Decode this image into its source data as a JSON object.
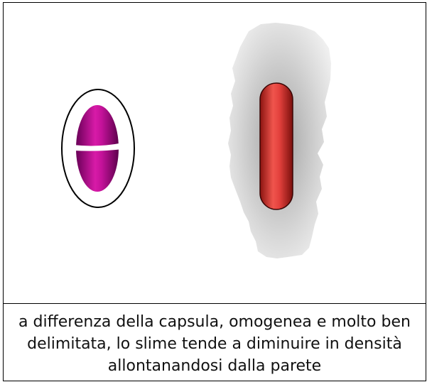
{
  "caption": "a differenza della capsula, omogenea e molto ben delimitata, lo slime tende a diminuire in densità allontanandosi dalla parete",
  "colors": {
    "capsule_bacterium": "#b0108f",
    "slime_bacterium": "#e2403c",
    "slime_halo": "#c8c8c8",
    "border": "#000000"
  },
  "illustrations": [
    {
      "name": "capsulated-bacterium",
      "description_visible": false
    },
    {
      "name": "slime-bacterium",
      "description_visible": false
    }
  ]
}
